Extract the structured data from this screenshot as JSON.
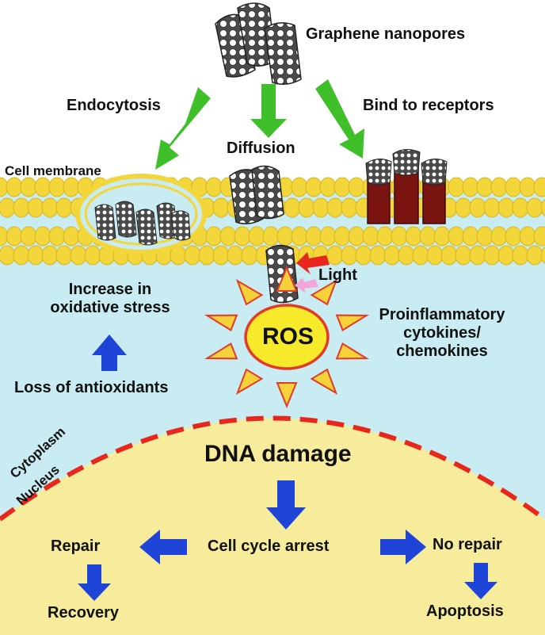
{
  "labels": {
    "graphene_nanopores": "Graphene nanopores",
    "endocytosis": "Endocytosis",
    "diffusion": "Diffusion",
    "bind_to_receptors": "Bind to receptors",
    "cell_membrane": "Cell membrane",
    "light": "Light",
    "ros": "ROS",
    "increase_oxidative_1": "Increase in",
    "increase_oxidative_2": "oxidative stress",
    "loss_of_antioxidants": "Loss of antioxidants",
    "proinflammatory_1": "Proinflammatory",
    "proinflammatory_2": "cytokines/",
    "proinflammatory_3": "chemokines",
    "cytoplasm": "Cytoplasm",
    "nucleus": "Nucleus",
    "dna_damage": "DNA damage",
    "cell_cycle_arrest": "Cell cycle arrest",
    "repair": "Repair",
    "recovery": "Recovery",
    "no_repair": "No repair",
    "apoptosis": "Apoptosis"
  },
  "colors": {
    "cytoplasm": "#c9ecf3",
    "nucleus": "#f7ec9c",
    "membrane": "#f2d63a",
    "arrow_green": "#3fbf2a",
    "arrow_blue": "#1f45d8",
    "nuclear_envelope": "#e8261c",
    "receptor": "#7a1410",
    "ros_fill": "#f7ea2a",
    "ray_fill": "#f6d23a",
    "ray_stroke": "#e33a2a",
    "light_arrow": "#e8261c"
  }
}
